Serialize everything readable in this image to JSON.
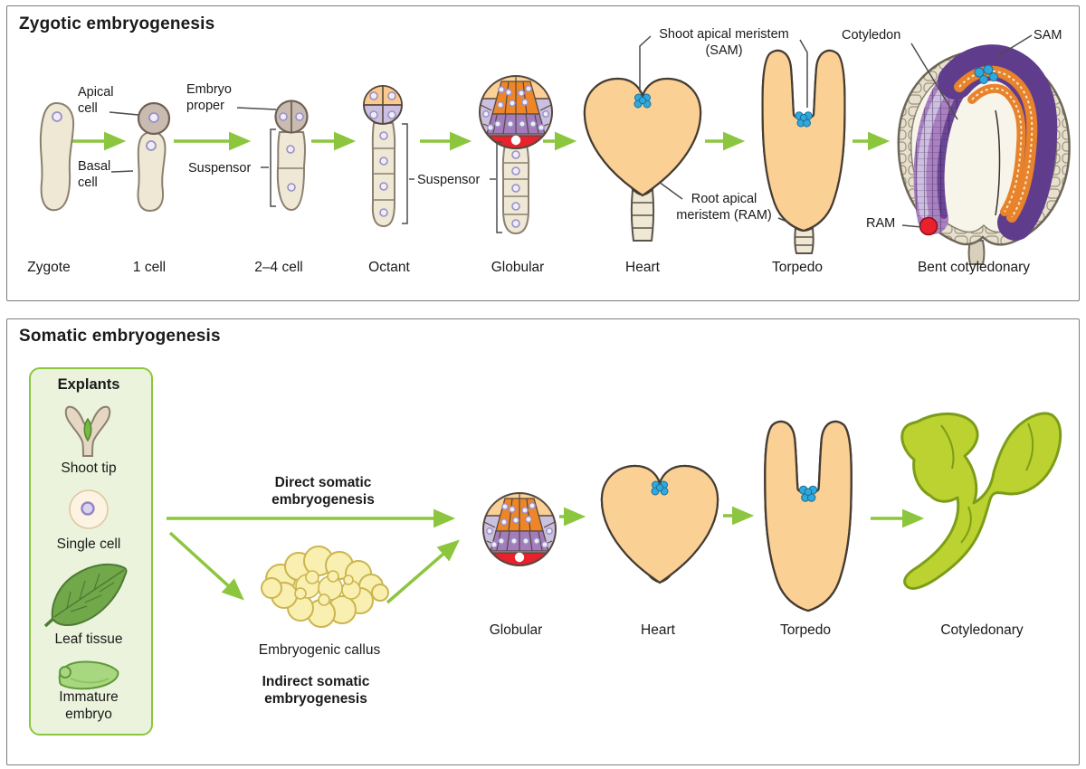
{
  "zygotic": {
    "title": "Zygotic embryogenesis",
    "stages": [
      "Zygote",
      "1 cell",
      "2–4 cell",
      "Octant",
      "Globular",
      "Heart",
      "Torpedo",
      "Bent cotyledonary"
    ],
    "labels": {
      "apical_cell": "Apical cell",
      "basal_cell": "Basal cell",
      "embryo_proper": "Embryo proper",
      "suspensor_a": "Suspensor",
      "suspensor_b": "Suspensor",
      "sam_long": "Shoot apical meristem (SAM)",
      "cotyledon": "Cotyledon",
      "sam_short": "SAM",
      "ram_long": "Root apical meristem (RAM)",
      "ram_short": "RAM"
    }
  },
  "somatic": {
    "title": "Somatic embryogenesis",
    "explants": {
      "title": "Explants",
      "items": [
        "Shoot tip",
        "Single cell",
        "Leaf tissue",
        "Immature embryo"
      ]
    },
    "routes": {
      "direct": "Direct somatic embryogenesis",
      "callus": "Embryogenic callus",
      "indirect": "Indirect somatic embryogenesis"
    },
    "stages": [
      "Globular",
      "Heart",
      "Torpedo",
      "Cotyledonary"
    ]
  },
  "colors": {
    "arrow_green": "#8cc63f",
    "explant_box_fill": "#ebf3dc",
    "cell_beige": "#efe8d5",
    "cell_dark_beige": "#c9bbb0",
    "orange_light": "#fbd095",
    "orange": "#ee8628",
    "lavender": "#ccc0e0",
    "purple_mid": "#a37cbc",
    "purple_dark": "#5f3d8c",
    "red": "#e8212d",
    "pink": "#f2a4a8",
    "cyan": "#2fa9dd",
    "callus_yellow": "#f9efb0",
    "plantlet_green": "#bcd230"
  }
}
